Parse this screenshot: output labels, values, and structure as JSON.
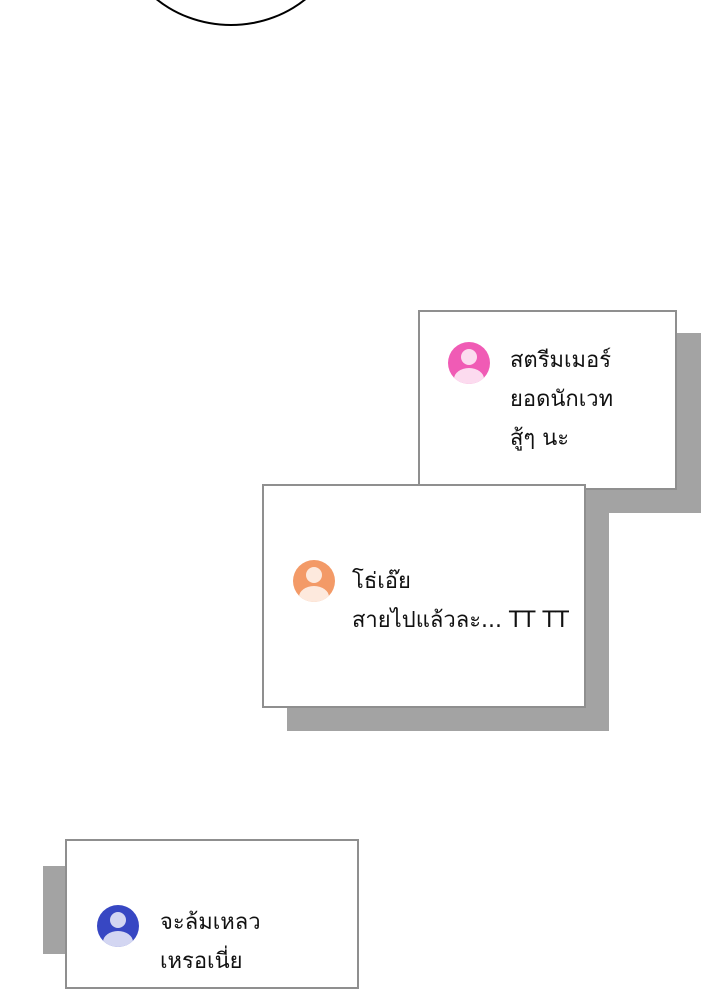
{
  "speech_bubble": {
    "text": ""
  },
  "comments": [
    {
      "text": "สตรีมเมอร์\nยอดนักเวท\nสู้ๆ นะ",
      "avatar_color": "#f05bb5",
      "icon": "user-icon"
    },
    {
      "text": "โธ่เอ๊ย\nสายไปแล้วละ... TT TT",
      "avatar_color": "#f39a67",
      "icon": "user-icon"
    },
    {
      "text": "จะล้มเหลว\nเหรอเนี่ย",
      "avatar_color": "#3747c3",
      "icon": "user-icon"
    }
  ]
}
